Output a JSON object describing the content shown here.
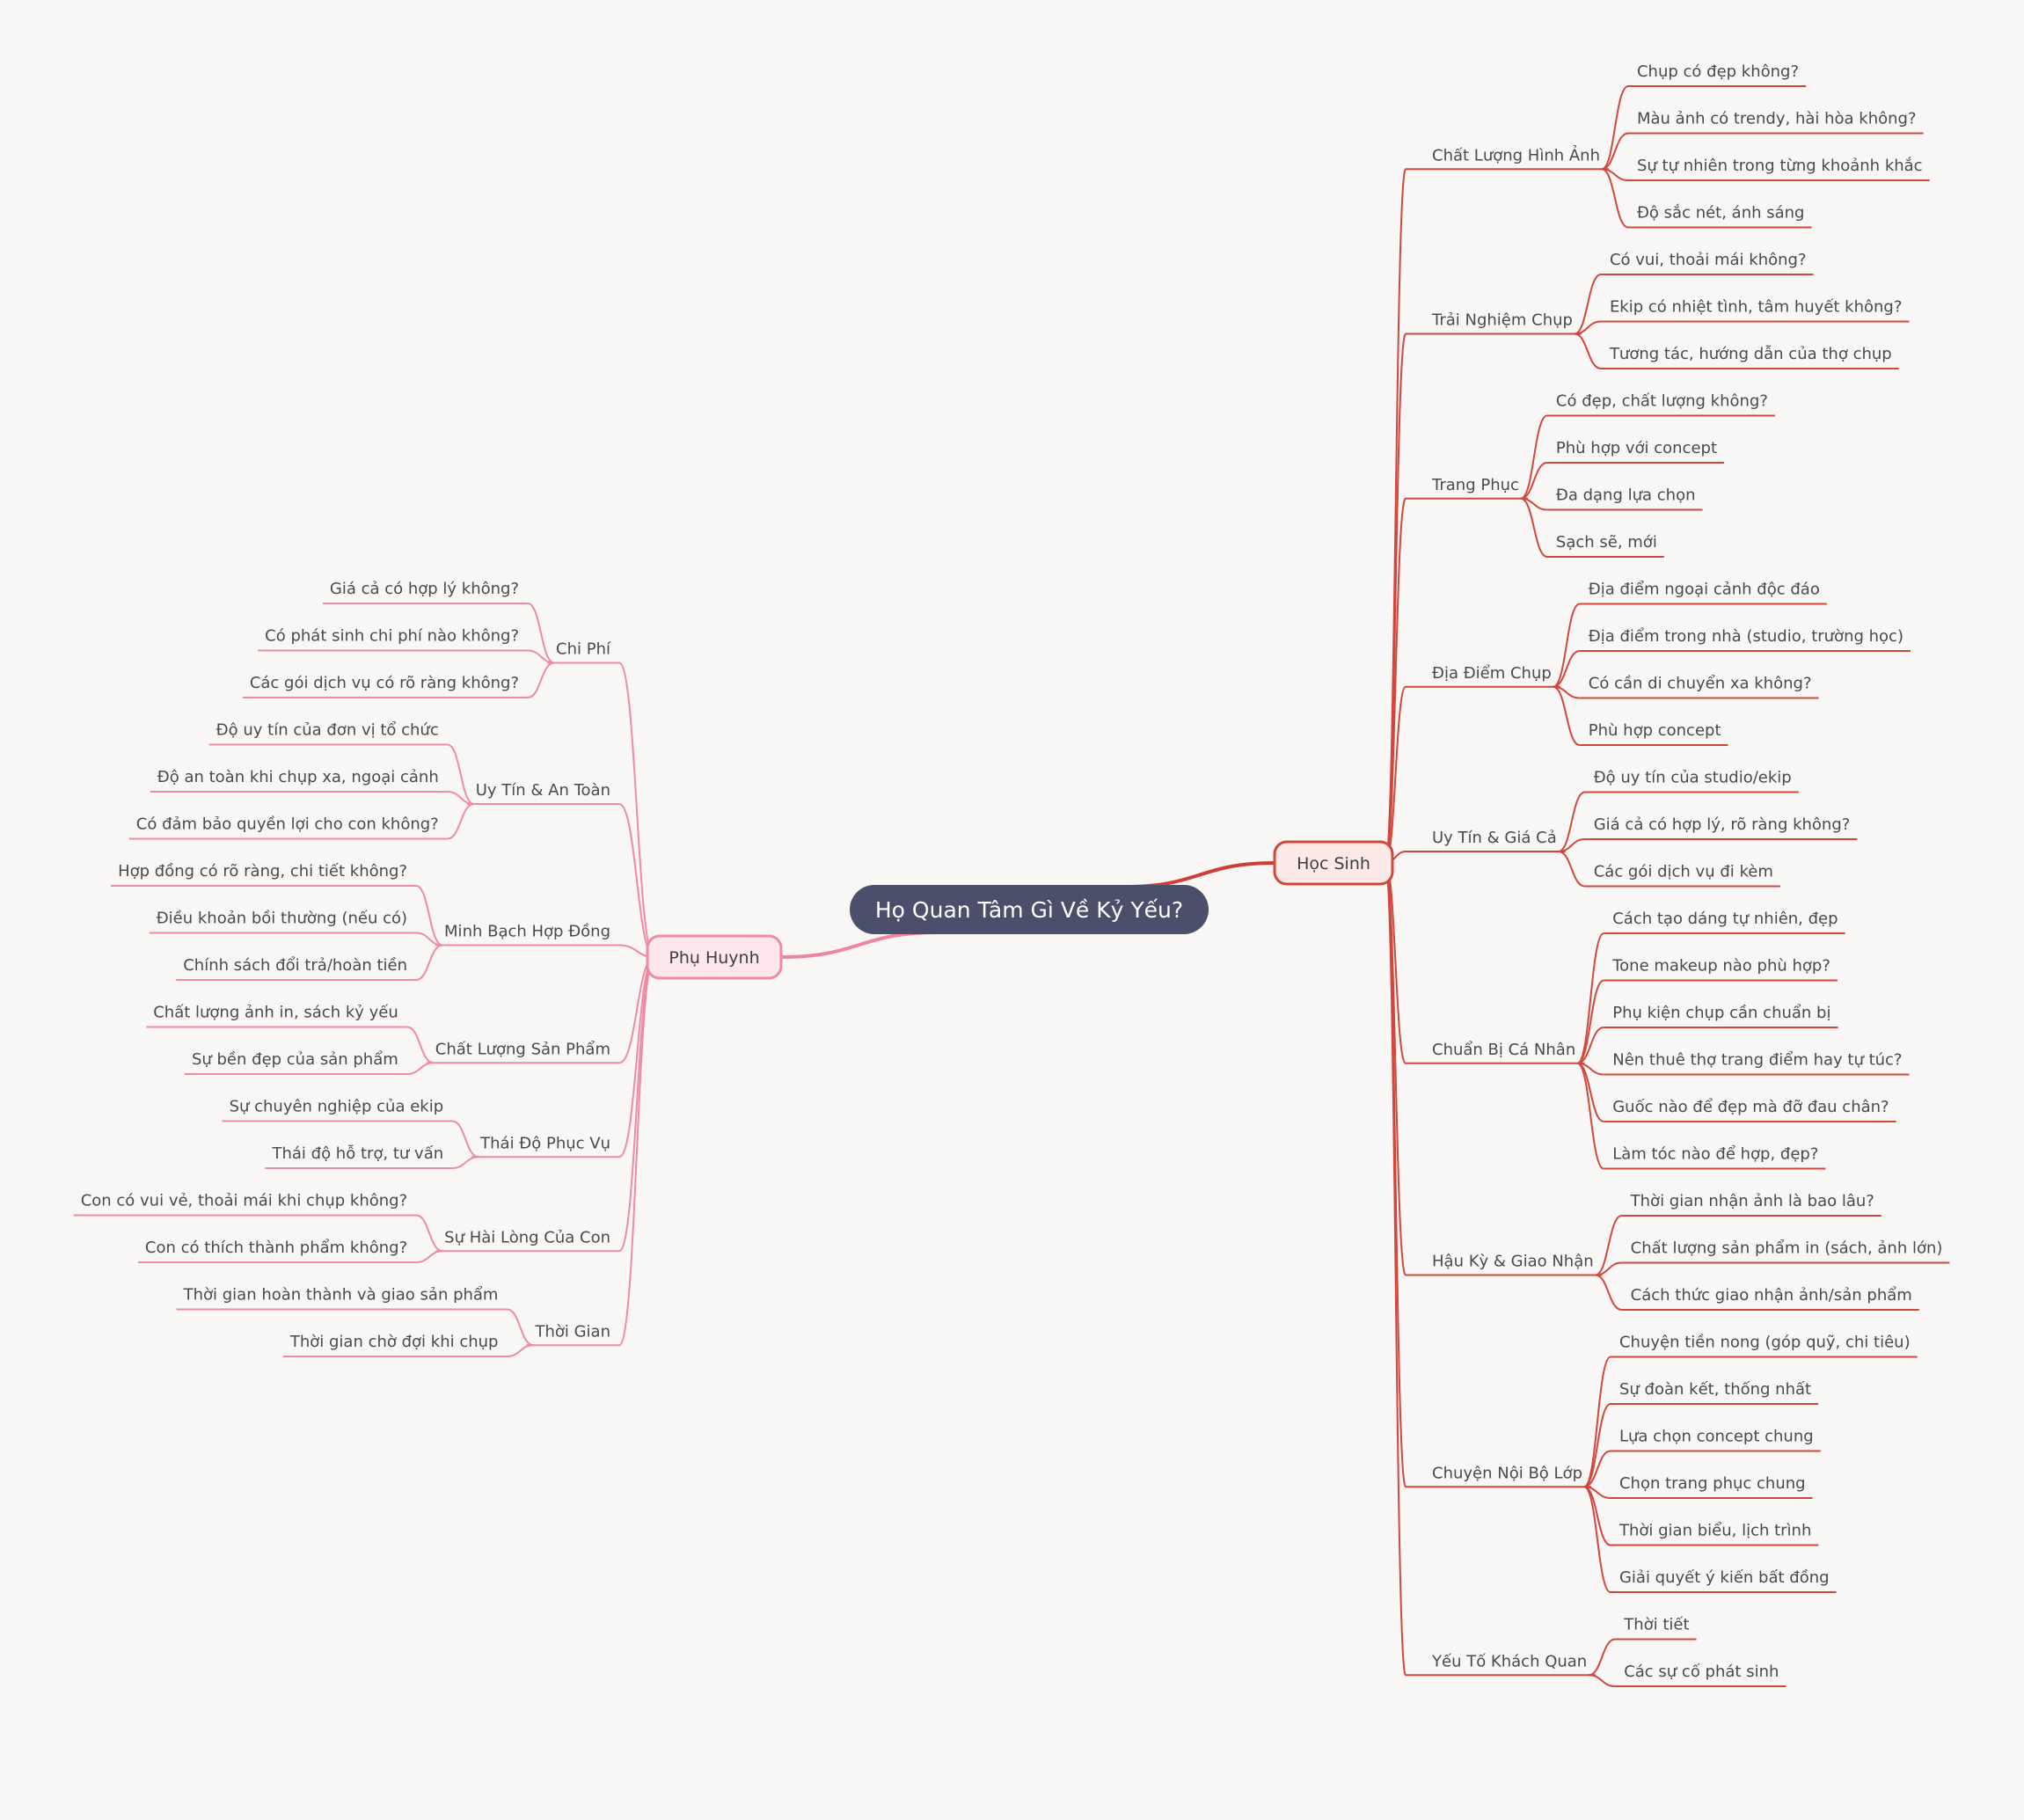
{
  "colors": {
    "background": "#f9f7f6",
    "root_fill": "#4b4f6b",
    "right_line": "#d2473c",
    "right_node_fill": "#fde9e7",
    "left_line": "#f08aa2",
    "left_node_fill": "#fde6ec",
    "text": "#4a4a4a"
  },
  "root": {
    "label": "Họ Quan Tâm Gì Về Kỷ Yếu?"
  },
  "branches": [
    {
      "label": "Học Sinh",
      "side": "right",
      "topics": [
        {
          "label": "Chất Lượng Hình Ảnh",
          "items": [
            "Chụp có đẹp không?",
            "Màu ảnh có trendy, hài hòa không?",
            "Sự tự nhiên trong từng khoảnh khắc",
            "Độ sắc nét, ánh sáng"
          ]
        },
        {
          "label": "Trải Nghiệm Chụp",
          "items": [
            "Có vui, thoải mái không?",
            "Ekip có nhiệt tình, tâm huyết không?",
            "Tương tác, hướng dẫn của thợ chụp"
          ]
        },
        {
          "label": "Trang Phục",
          "items": [
            "Có đẹp, chất lượng không?",
            "Phù hợp với concept",
            "Đa dạng lựa chọn",
            "Sạch sẽ, mới"
          ]
        },
        {
          "label": "Địa Điểm Chụp",
          "items": [
            "Địa điểm ngoại cảnh độc đáo",
            "Địa điểm trong nhà (studio, trường học)",
            "Có cần di chuyển xa không?",
            "Phù hợp concept"
          ]
        },
        {
          "label": "Uy Tín & Giá Cả",
          "items": [
            "Độ uy tín của studio/ekip",
            "Giá cả có hợp lý, rõ ràng không?",
            "Các gói dịch vụ đi kèm"
          ]
        },
        {
          "label": "Chuẩn Bị Cá Nhân",
          "items": [
            "Cách tạo dáng tự nhiên, đẹp",
            "Tone makeup nào phù hợp?",
            "Phụ kiện chụp cần chuẩn bị",
            "Nên thuê thợ trang điểm hay tự túc?",
            "Guốc nào để đẹp mà đỡ đau chân?",
            "Làm tóc nào để hợp, đẹp?"
          ]
        },
        {
          "label": "Hậu Kỳ & Giao Nhận",
          "items": [
            "Thời gian nhận ảnh là bao lâu?",
            "Chất lượng sản phẩm in (sách, ảnh lớn)",
            "Cách thức giao nhận ảnh/sản phẩm"
          ]
        },
        {
          "label": "Chuyện Nội Bộ Lớp",
          "items": [
            "Chuyện tiền nong (góp quỹ, chi tiêu)",
            "Sự đoàn kết, thống nhất",
            "Lựa chọn concept chung",
            "Chọn trang phục chung",
            "Thời gian biểu, lịch trình",
            "Giải quyết ý kiến bất đồng"
          ]
        },
        {
          "label": "Yếu Tố Khách Quan",
          "items": [
            "Thời tiết",
            "Các sự cố phát sinh"
          ]
        }
      ]
    },
    {
      "label": "Phụ Huynh",
      "side": "left",
      "topics": [
        {
          "label": "Chi Phí",
          "items": [
            "Giá cả có hợp lý không?",
            "Có phát sinh chi phí nào không?",
            "Các gói dịch vụ có rõ ràng không?"
          ]
        },
        {
          "label": "Uy Tín & An Toàn",
          "items": [
            "Độ uy tín của đơn vị tổ chức",
            "Độ an toàn khi chụp xa, ngoại cảnh",
            "Có đảm bảo quyền lợi cho con không?"
          ]
        },
        {
          "label": "Minh Bạch Hợp Đồng",
          "items": [
            "Hợp đồng có rõ ràng, chi tiết không?",
            "Điều khoản bồi thường (nếu có)",
            "Chính sách đổi trả/hoàn tiền"
          ]
        },
        {
          "label": "Chất Lượng Sản Phẩm",
          "items": [
            "Chất lượng ảnh in, sách kỷ yếu",
            "Sự bền đẹp của sản phẩm"
          ]
        },
        {
          "label": "Thái Độ Phục Vụ",
          "items": [
            "Sự chuyên nghiệp của ekip",
            "Thái độ hỗ trợ, tư vấn"
          ]
        },
        {
          "label": "Sự Hài Lòng Của Con",
          "items": [
            "Con có vui vẻ, thoải mái khi chụp không?",
            "Con có thích thành phẩm không?"
          ]
        },
        {
          "label": "Thời Gian",
          "items": [
            "Thời gian hoàn thành và giao sản phẩm",
            "Thời gian chờ đợi khi chụp"
          ]
        }
      ]
    }
  ]
}
